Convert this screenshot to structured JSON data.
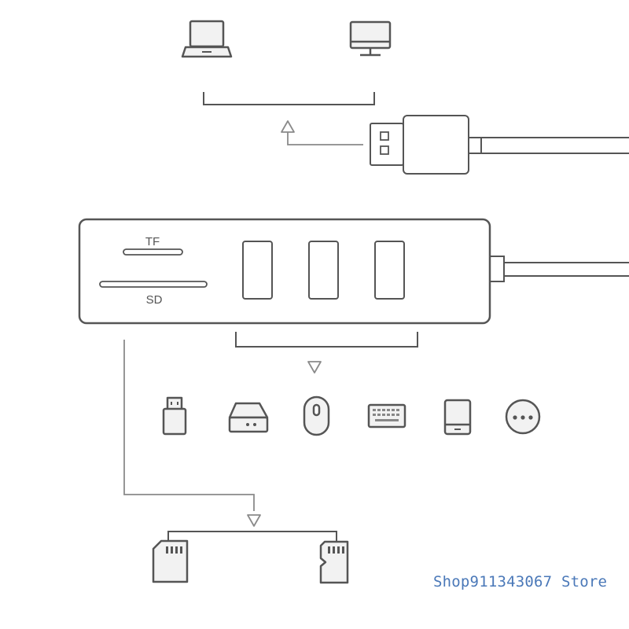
{
  "hub": {
    "tf_label": "TF",
    "sd_label": "SD",
    "usb_port_count": 3
  },
  "hosts": [
    {
      "icon": "laptop-icon"
    },
    {
      "icon": "desktop-monitor-icon"
    }
  ],
  "usb_devices": [
    {
      "icon": "usb-flash-drive-icon"
    },
    {
      "icon": "hard-drive-icon"
    },
    {
      "icon": "mouse-icon"
    },
    {
      "icon": "keyboard-icon"
    },
    {
      "icon": "tablet-icon"
    },
    {
      "icon": "more-devices-icon"
    }
  ],
  "cards": [
    {
      "icon": "sd-card-icon"
    },
    {
      "icon": "micro-sd-card-icon"
    }
  ],
  "watermark": "Shop911343067 Store",
  "colors": {
    "stroke": "#555555",
    "light_stroke": "#8a8a8a",
    "icon_fill": "#f2f2f2",
    "watermark": "#4a78b8"
  }
}
